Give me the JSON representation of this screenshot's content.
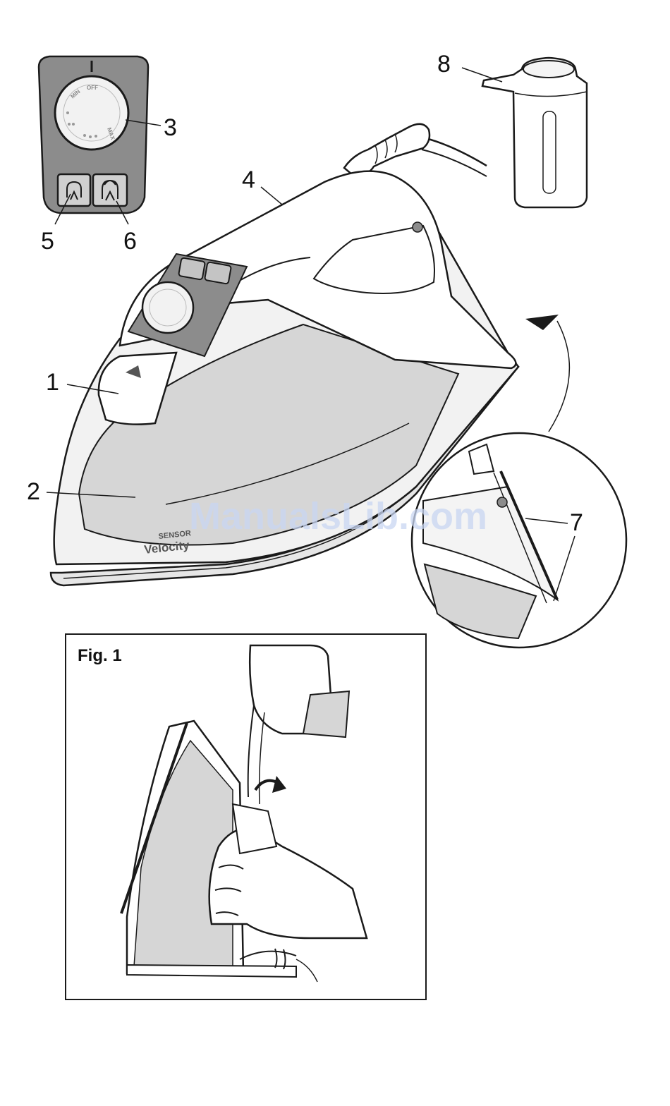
{
  "callouts": {
    "c1": "1",
    "c2": "2",
    "c3": "3",
    "c4": "4",
    "c5": "5",
    "c6": "6",
    "c7": "7",
    "c8": "8"
  },
  "dial": {
    "min": "MIN",
    "off": "OFF",
    "max": "MAX"
  },
  "branding": {
    "sensor": "SENSOR",
    "model": "Velocity"
  },
  "figure": {
    "title": "Fig. 1"
  },
  "watermark": "ManualsLib.com",
  "colors": {
    "line": "#1a1a1a",
    "panel_gray": "#8c8c8c",
    "light_gray": "#d6d6d6",
    "watermark": "#c9d6f2"
  }
}
